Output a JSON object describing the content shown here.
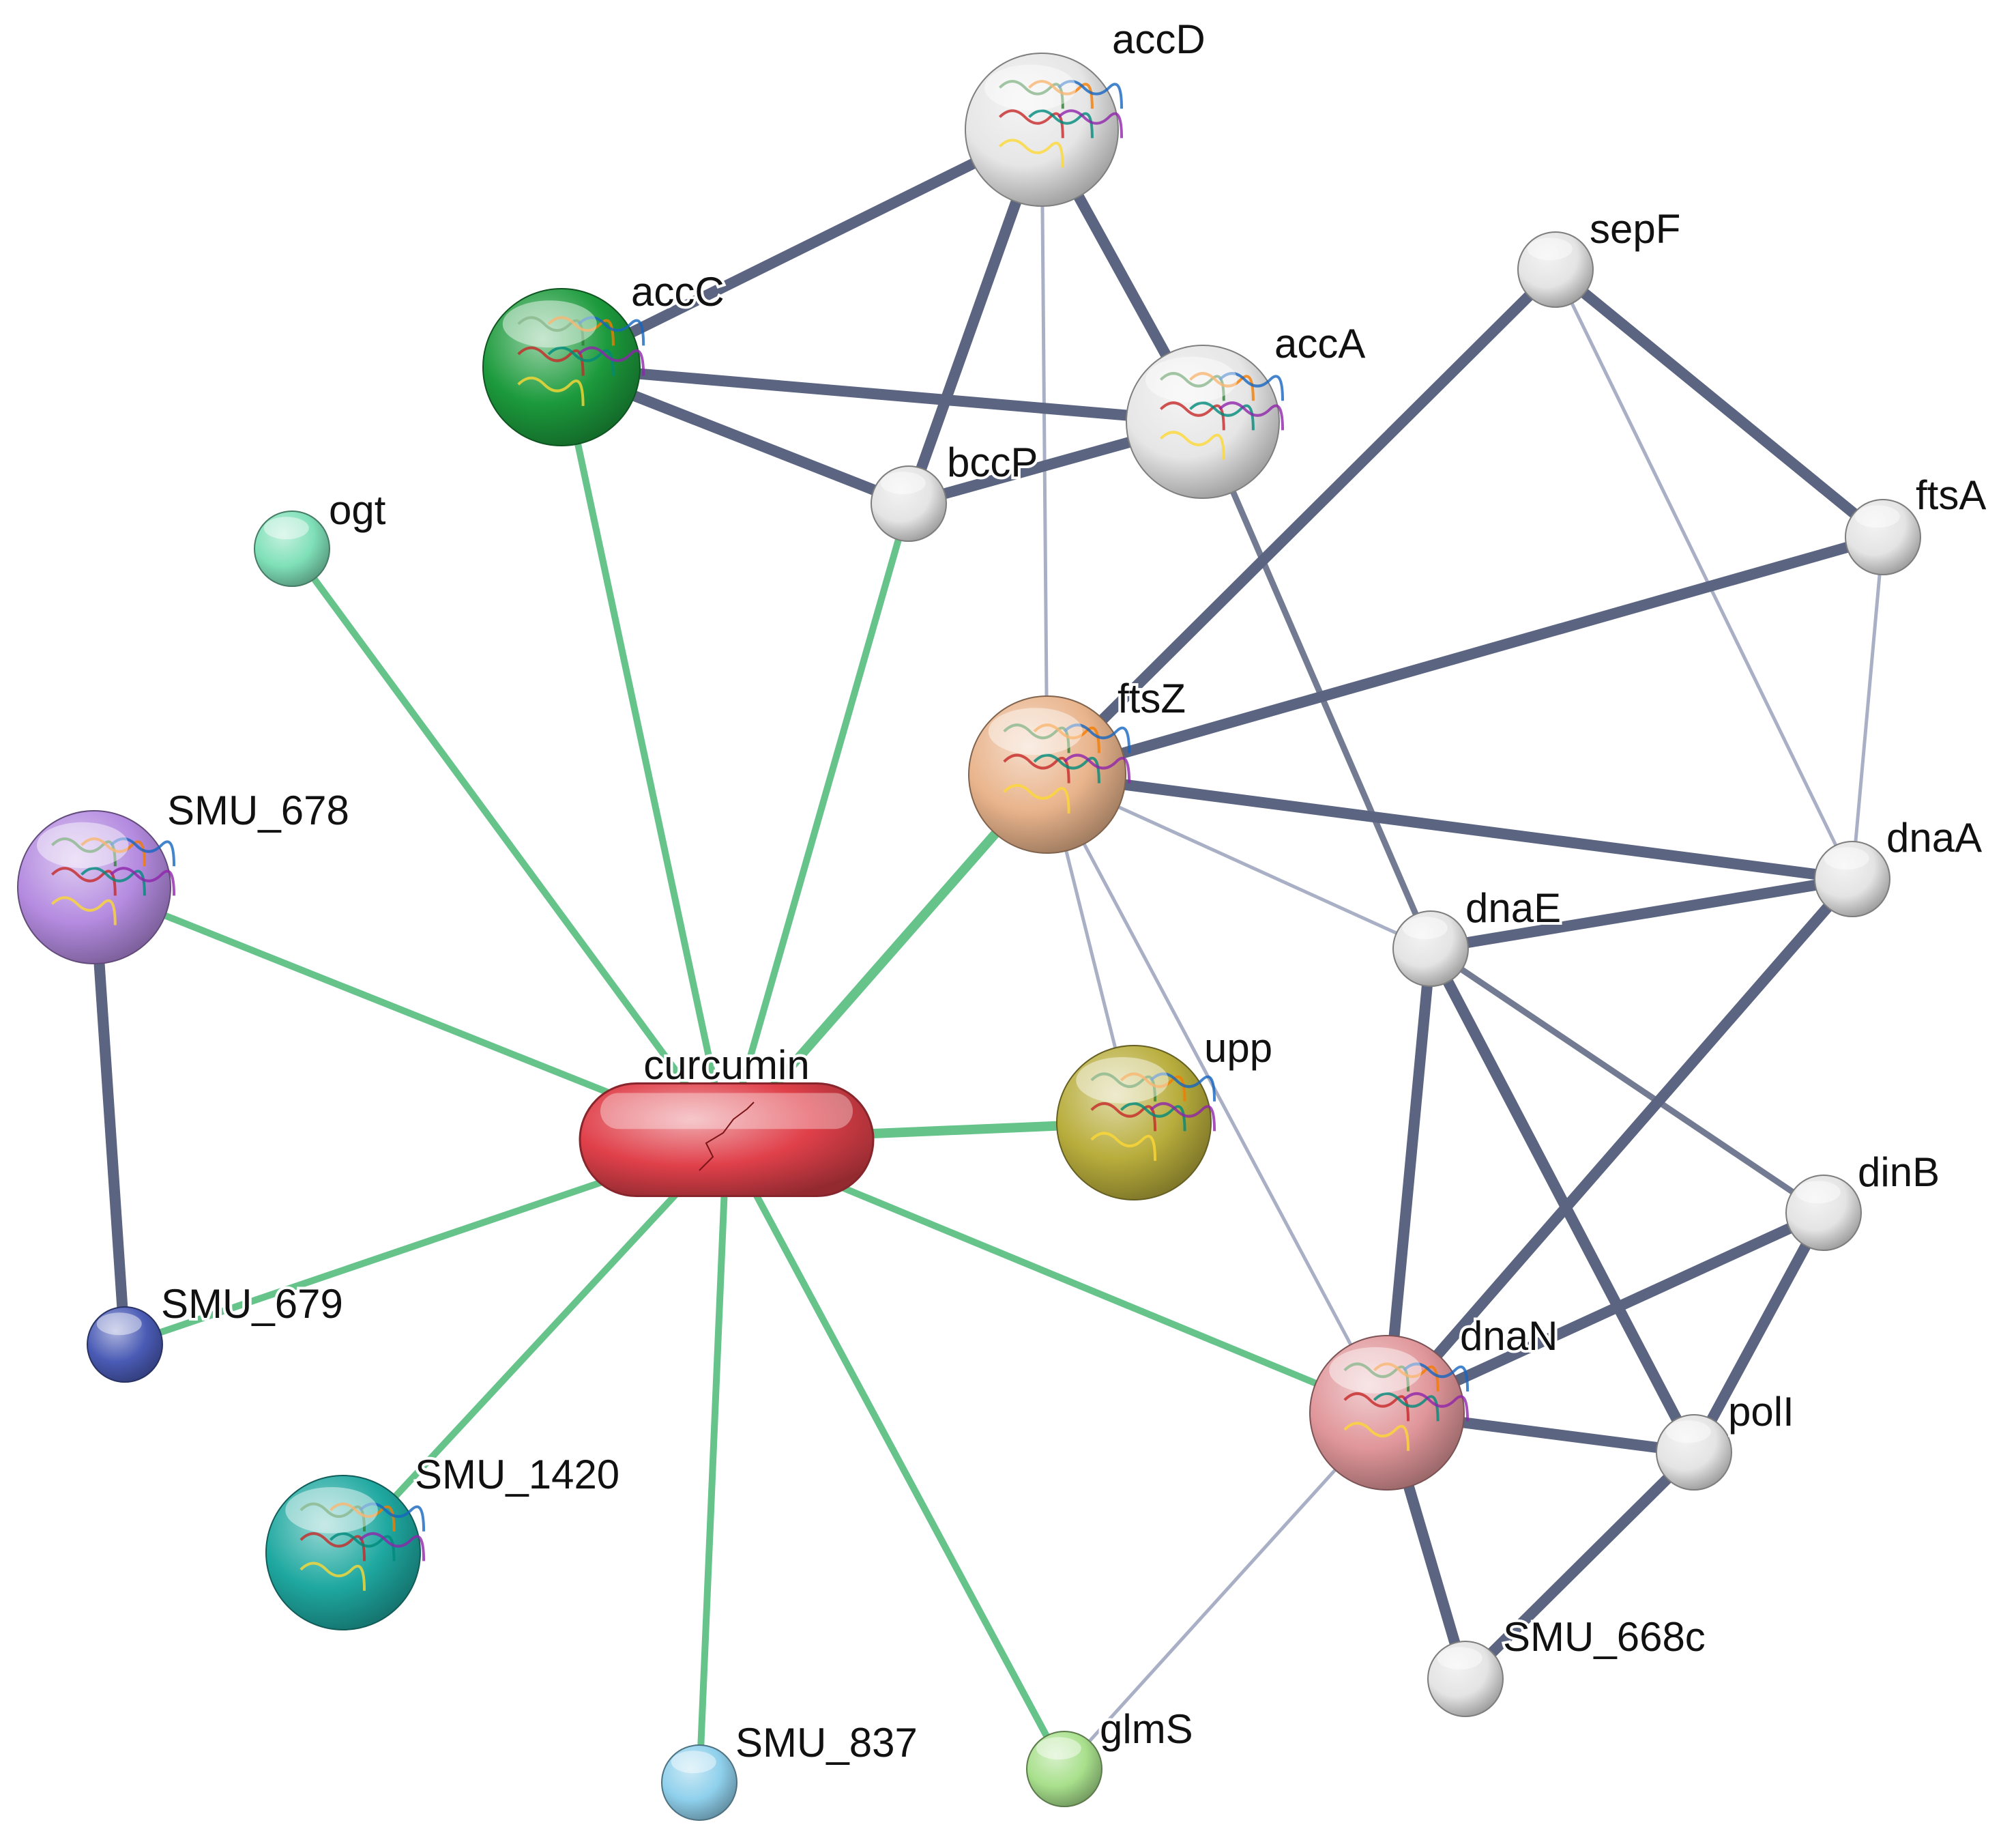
{
  "colors": {
    "edge_protein": "#5b6480",
    "edge_protein_weak": "#a9b0c6",
    "edge_compound": "#66c48b",
    "compound_fill": "#e0404a",
    "glow": "#ffffff"
  },
  "nodes": [
    {
      "id": "accD",
      "label": "accD",
      "kind": "structure",
      "color": "#e6e6e6"
    },
    {
      "id": "accC",
      "label": "accC",
      "kind": "structure",
      "color": "#1c9a3c"
    },
    {
      "id": "accA",
      "label": "accA",
      "kind": "structure",
      "color": "#e6e6e6"
    },
    {
      "id": "bccP",
      "label": "bccP",
      "kind": "plain",
      "color": "#e4e4e4"
    },
    {
      "id": "sepF",
      "label": "sepF",
      "kind": "plain",
      "color": "#e4e4e4"
    },
    {
      "id": "ftsA",
      "label": "ftsA",
      "kind": "plain",
      "color": "#e4e4e4"
    },
    {
      "id": "ogt",
      "label": "ogt",
      "kind": "plain",
      "color": "#7fe0b8"
    },
    {
      "id": "ftsZ",
      "label": "ftsZ",
      "kind": "structure",
      "color": "#e9b48c"
    },
    {
      "id": "SMU_678",
      "label": "SMU_678",
      "kind": "structure",
      "color": "#b48be0"
    },
    {
      "id": "dnaA",
      "label": "dnaA",
      "kind": "plain",
      "color": "#e4e4e4"
    },
    {
      "id": "dnaE",
      "label": "dnaE",
      "kind": "plain",
      "color": "#e4e4e4"
    },
    {
      "id": "upp",
      "label": "upp",
      "kind": "structure",
      "color": "#b8ad3c"
    },
    {
      "id": "curcumin",
      "label": "curcumin",
      "kind": "compound",
      "color": "#e0404a"
    },
    {
      "id": "dinB",
      "label": "dinB",
      "kind": "plain",
      "color": "#e4e4e4"
    },
    {
      "id": "SMU_679",
      "label": "SMU_679",
      "kind": "plain",
      "color": "#4a5bb5"
    },
    {
      "id": "dnaN",
      "label": "dnaN",
      "kind": "structure",
      "color": "#e0969a"
    },
    {
      "id": "polI",
      "label": "polI",
      "kind": "plain",
      "color": "#e4e4e4"
    },
    {
      "id": "SMU_1420",
      "label": "SMU_1420",
      "kind": "structure",
      "color": "#1ea8a0"
    },
    {
      "id": "SMU_668c",
      "label": "SMU_668c",
      "kind": "plain",
      "color": "#e4e4e4"
    },
    {
      "id": "SMU_837",
      "label": "SMU_837",
      "kind": "plain",
      "color": "#8fd0ec"
    },
    {
      "id": "glmS",
      "label": "glmS",
      "kind": "plain",
      "color": "#a8e08c"
    }
  ],
  "edges": [
    {
      "source": "accD",
      "target": "accC",
      "type": "protein"
    },
    {
      "source": "accD",
      "target": "accA",
      "type": "protein"
    },
    {
      "source": "accD",
      "target": "bccP",
      "type": "protein"
    },
    {
      "source": "accD",
      "target": "ftsZ",
      "type": "weak"
    },
    {
      "source": "accC",
      "target": "accA",
      "type": "protein"
    },
    {
      "source": "accC",
      "target": "bccP",
      "type": "protein"
    },
    {
      "source": "bccP",
      "target": "accA",
      "type": "protein"
    },
    {
      "source": "accA",
      "target": "dnaE",
      "type": "protein_thin"
    },
    {
      "source": "sepF",
      "target": "ftsZ",
      "type": "protein"
    },
    {
      "source": "sepF",
      "target": "ftsA",
      "type": "protein"
    },
    {
      "source": "sepF",
      "target": "dnaA",
      "type": "weak"
    },
    {
      "source": "ftsA",
      "target": "ftsZ",
      "type": "protein"
    },
    {
      "source": "ftsA",
      "target": "dnaA",
      "type": "weak"
    },
    {
      "source": "ftsZ",
      "target": "dnaA",
      "type": "protein"
    },
    {
      "source": "ftsZ",
      "target": "dnaE",
      "type": "weak"
    },
    {
      "source": "ftsZ",
      "target": "upp",
      "type": "weak"
    },
    {
      "source": "ftsZ",
      "target": "dnaN",
      "type": "weak"
    },
    {
      "source": "dnaE",
      "target": "dnaA",
      "type": "protein"
    },
    {
      "source": "dnaE",
      "target": "dinB",
      "type": "protein_thin"
    },
    {
      "source": "dnaE",
      "target": "polI",
      "type": "protein"
    },
    {
      "source": "dnaE",
      "target": "dnaN",
      "type": "protein"
    },
    {
      "source": "dnaA",
      "target": "dnaN",
      "type": "protein"
    },
    {
      "source": "dinB",
      "target": "dnaN",
      "type": "protein"
    },
    {
      "source": "dinB",
      "target": "polI",
      "type": "protein"
    },
    {
      "source": "dnaN",
      "target": "polI",
      "type": "protein"
    },
    {
      "source": "dnaN",
      "target": "SMU_668c",
      "type": "protein"
    },
    {
      "source": "polI",
      "target": "SMU_668c",
      "type": "protein"
    },
    {
      "source": "dnaN",
      "target": "glmS",
      "type": "weak"
    },
    {
      "source": "SMU_678",
      "target": "SMU_679",
      "type": "protein"
    },
    {
      "source": "curcumin",
      "target": "accC",
      "type": "compound"
    },
    {
      "source": "curcumin",
      "target": "bccP",
      "type": "compound"
    },
    {
      "source": "curcumin",
      "target": "ogt",
      "type": "compound"
    },
    {
      "source": "curcumin",
      "target": "ftsZ",
      "type": "compound_strong"
    },
    {
      "source": "curcumin",
      "target": "SMU_678",
      "type": "compound"
    },
    {
      "source": "curcumin",
      "target": "upp",
      "type": "compound_strong"
    },
    {
      "source": "curcumin",
      "target": "SMU_679",
      "type": "compound"
    },
    {
      "source": "curcumin",
      "target": "SMU_1420",
      "type": "compound"
    },
    {
      "source": "curcumin",
      "target": "SMU_837",
      "type": "compound"
    },
    {
      "source": "curcumin",
      "target": "glmS",
      "type": "compound"
    },
    {
      "source": "curcumin",
      "target": "dnaN",
      "type": "compound"
    }
  ]
}
